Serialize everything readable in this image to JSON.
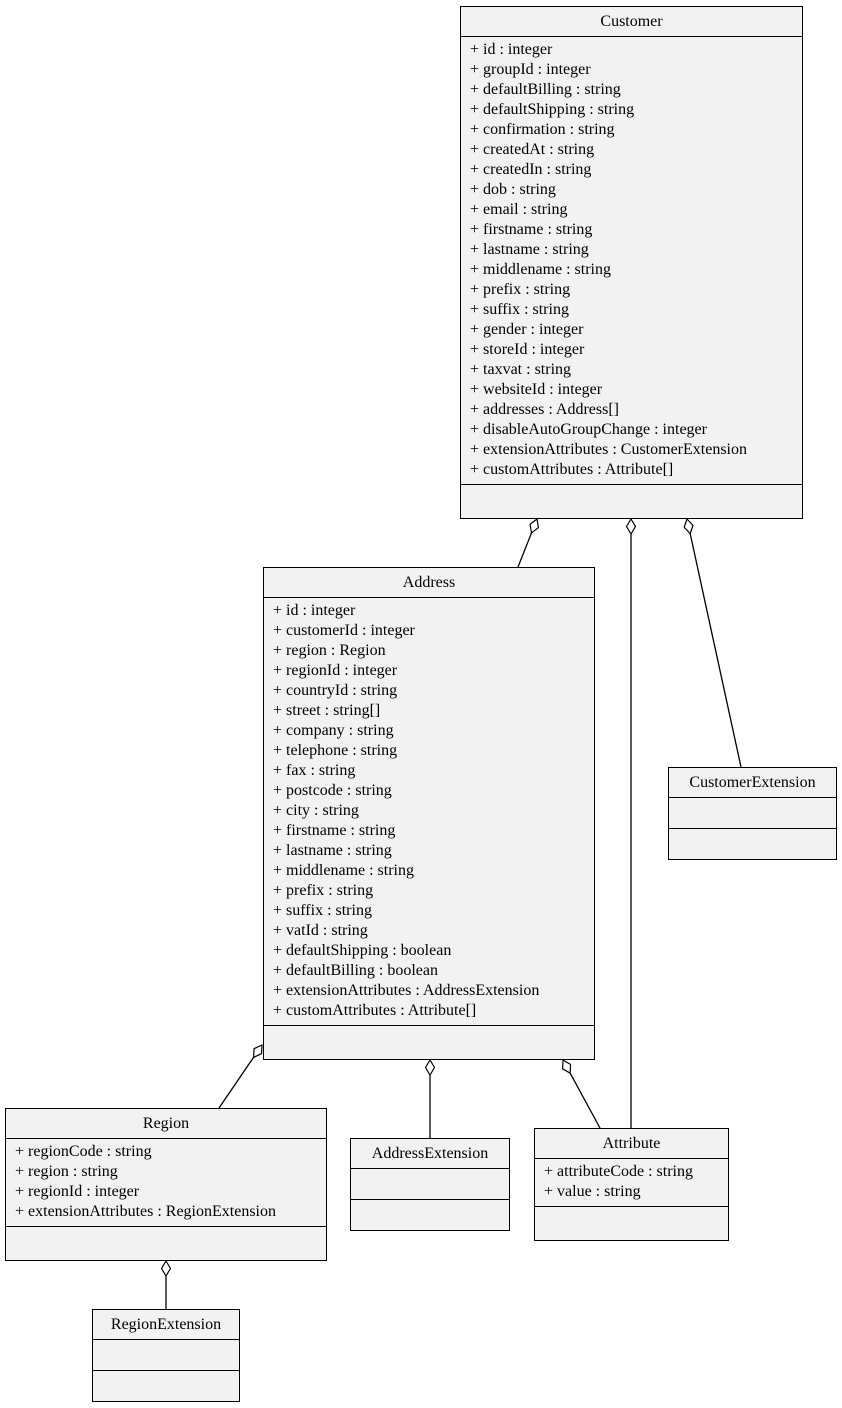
{
  "classes": [
    {
      "name": "Customer",
      "attributes": [
        "+ id : integer",
        "+ groupId : integer",
        "+ defaultBilling : string",
        "+ defaultShipping : string",
        "+ confirmation : string",
        "+ createdAt : string",
        "+ createdIn : string",
        "+ dob : string",
        "+ email : string",
        "+ firstname : string",
        "+ lastname : string",
        "+ middlename : string",
        "+ prefix : string",
        "+ suffix : string",
        "+ gender : integer",
        "+ storeId : integer",
        "+ taxvat : string",
        "+ websiteId : integer",
        "+ addresses : Address[]",
        "+ disableAutoGroupChange : integer",
        "+ extensionAttributes : CustomerExtension",
        "+ customAttributes : Attribute[]"
      ]
    },
    {
      "name": "Address",
      "attributes": [
        "+ id : integer",
        "+ customerId : integer",
        "+ region : Region",
        "+ regionId : integer",
        "+ countryId : string",
        "+ street : string[]",
        "+ company : string",
        "+ telephone : string",
        "+ fax : string",
        "+ postcode : string",
        "+ city : string",
        "+ firstname : string",
        "+ lastname : string",
        "+ middlename : string",
        "+ prefix : string",
        "+ suffix : string",
        "+ vatId : string",
        "+ defaultShipping : boolean",
        "+ defaultBilling : boolean",
        "+ extensionAttributes : AddressExtension",
        "+ customAttributes : Attribute[]"
      ]
    },
    {
      "name": "CustomerExtension",
      "attributes": []
    },
    {
      "name": "Region",
      "attributes": [
        "+ regionCode : string",
        "+ region : string",
        "+ regionId : integer",
        "+ extensionAttributes : RegionExtension"
      ]
    },
    {
      "name": "AddressExtension",
      "attributes": []
    },
    {
      "name": "Attribute",
      "attributes": [
        "+ attributeCode : string",
        "+ value : string"
      ]
    },
    {
      "name": "RegionExtension",
      "attributes": []
    }
  ],
  "relations": [
    {
      "type": "aggregation",
      "whole": "Customer",
      "part": "Address"
    },
    {
      "type": "aggregation",
      "whole": "Customer",
      "part": "Attribute"
    },
    {
      "type": "aggregation",
      "whole": "Customer",
      "part": "CustomerExtension"
    },
    {
      "type": "aggregation",
      "whole": "Address",
      "part": "Region"
    },
    {
      "type": "aggregation",
      "whole": "Address",
      "part": "AddressExtension"
    },
    {
      "type": "aggregation",
      "whole": "Address",
      "part": "Attribute"
    },
    {
      "type": "aggregation",
      "whole": "Region",
      "part": "RegionExtension"
    }
  ]
}
